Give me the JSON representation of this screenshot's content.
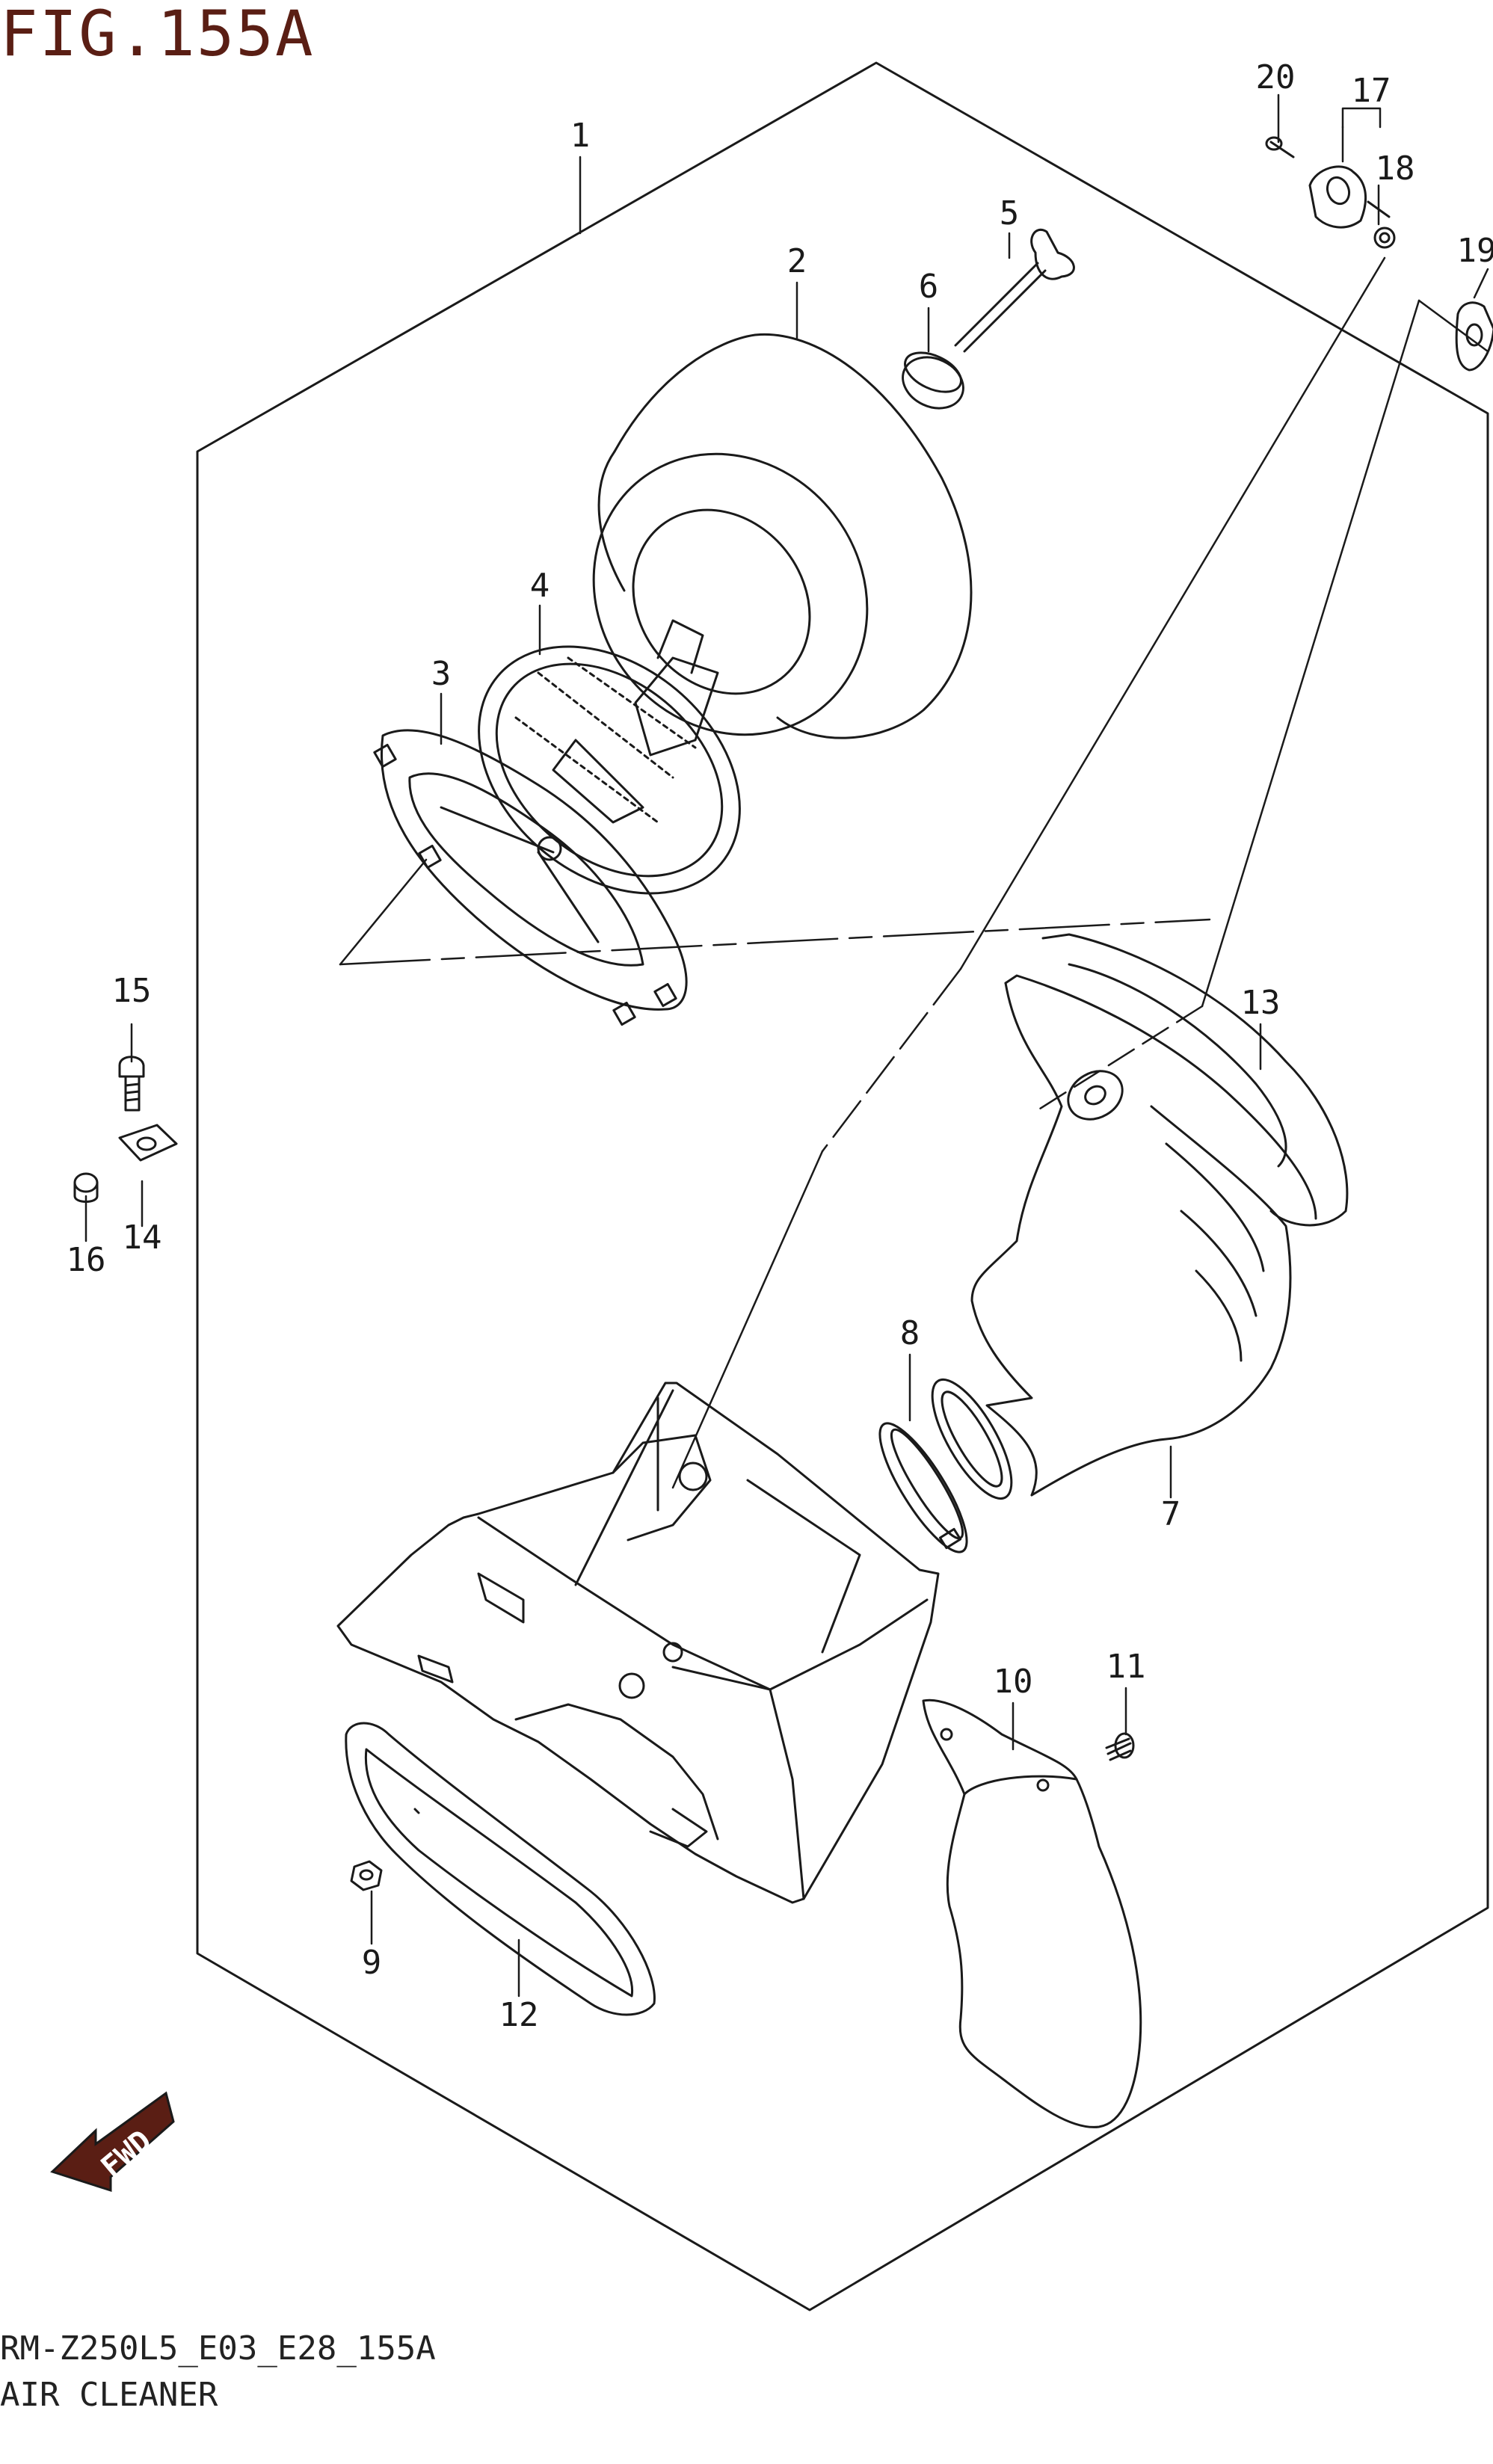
{
  "figure": {
    "title": "FIG.155A",
    "model_code": "RM-Z250L5_E03_E28_155A",
    "name": "AIR CLEANER",
    "fwd_label": "FWD"
  },
  "callouts": [
    "1",
    "2",
    "3",
    "4",
    "5",
    "6",
    "7",
    "8",
    "9",
    "10",
    "11",
    "12",
    "13",
    "14",
    "15",
    "16",
    "17",
    "18",
    "19",
    "20"
  ],
  "colors": {
    "line": "#1a1a1a",
    "title": "#5a1e14",
    "fwd_fill": "#5a1e14"
  }
}
